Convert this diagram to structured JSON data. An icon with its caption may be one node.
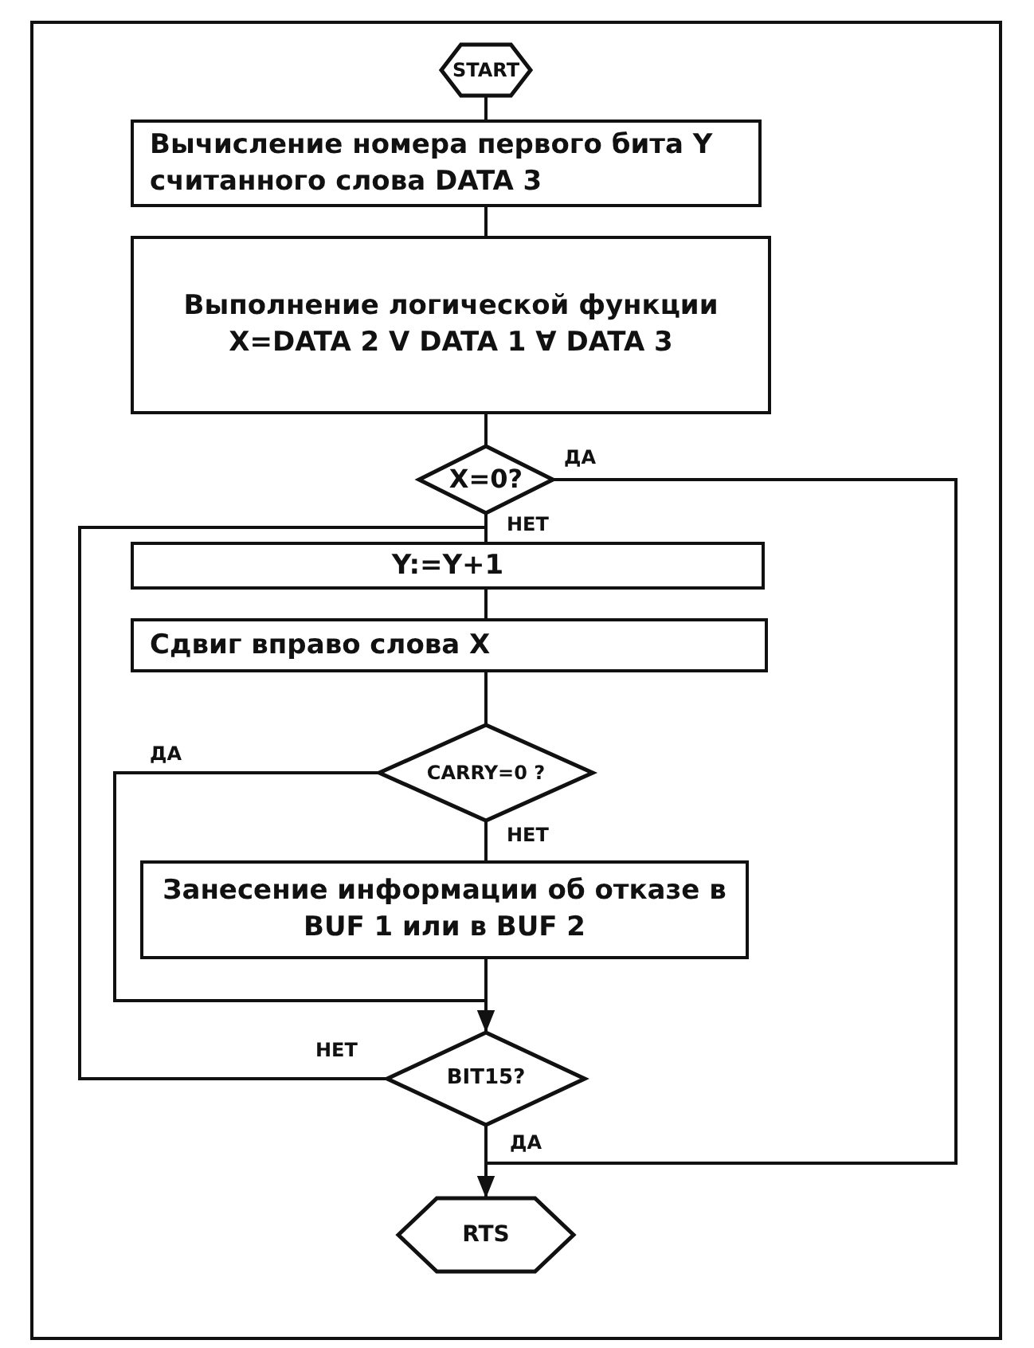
{
  "diagram": {
    "nodes": [
      {
        "text": [
          "START"
        ]
      },
      {
        "text": [
          "Вычисление номера первого бита Y считанного слова DATA 3"
        ]
      },
      {
        "text": [
          "Выполнение логической функции",
          "X=DATA 2 V DATA 1 ∀ DATA 3"
        ]
      },
      {
        "text": [
          "X=0?"
        ]
      },
      {
        "text": [
          "Y:=Y+1"
        ]
      },
      {
        "text": [
          "Сдвиг вправо слова X"
        ]
      },
      {
        "text": [
          "CARRY=0 ?"
        ]
      },
      {
        "text": [
          "Занесение информации об отказе в BUF 1 или в BUF 2"
        ]
      },
      {
        "text": [
          "BIT15?"
        ]
      },
      {
        "text": [
          "RTS"
        ]
      }
    ],
    "edges": [
      {
        "from": 0,
        "to": 1,
        "arrow": "none"
      },
      {
        "from": 1,
        "to": 2,
        "arrow": "none"
      },
      {
        "from": 2,
        "to": 3,
        "arrow": "none"
      },
      {
        "from": 3,
        "to": 4,
        "arrow": "none",
        "label": "НЕТ"
      },
      {
        "from": 4,
        "to": 5,
        "arrow": "none"
      },
      {
        "from": 5,
        "to": 6,
        "arrow": "none"
      },
      {
        "from": 6,
        "to": 7,
        "arrow": "none",
        "label": "НЕТ"
      },
      {
        "from": 7,
        "to": 8,
        "arrow": "none"
      },
      {
        "from": 6,
        "to": 8,
        "arrow": "to",
        "label": "ДА"
      },
      {
        "from": 8,
        "to": 4,
        "arrow": "none",
        "label": "НЕТ"
      },
      {
        "from": 3,
        "to": 9,
        "arrow": "to",
        "label": "ДА"
      },
      {
        "from": 8,
        "to": 9,
        "arrow": "none",
        "label": "ДА"
      }
    ]
  }
}
